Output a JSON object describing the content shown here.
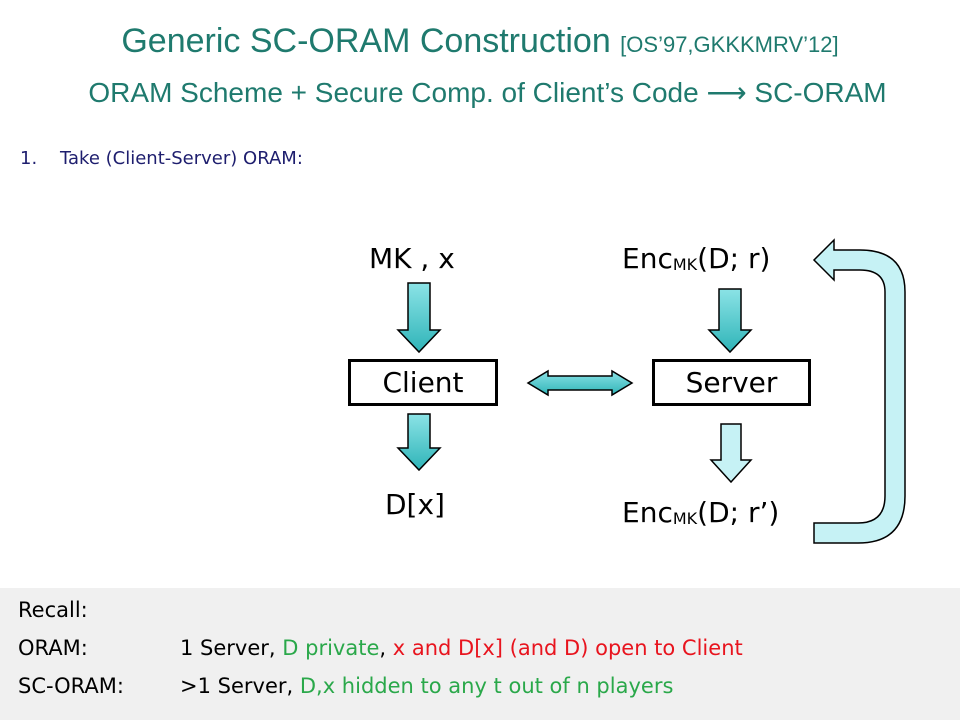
{
  "title": {
    "main": "Generic SC-ORAM  Construction ",
    "citation": "[OS’97,GKKKMRV’12]"
  },
  "subtitle": "ORAM Scheme + Secure Comp. of Client’s Code ⟶ SC-ORAM",
  "step": {
    "number": "1.",
    "text": "Take (Client-Server) ORAM:"
  },
  "diagram": {
    "client_input": "MK , x",
    "client_label": "Client",
    "client_output": "D[x]",
    "server_input": {
      "prefix": "Enc",
      "sub": "MK",
      "suffix": "(D; r)"
    },
    "server_label": "Server",
    "server_output": {
      "prefix": "Enc",
      "sub": "MK",
      "suffix": "(D; r’)"
    }
  },
  "recall": {
    "heading": "Recall:",
    "oram": {
      "label": "ORAM:",
      "part1": "1 Server, ",
      "part2": "D private",
      "part3": ", ",
      "part4": "x and D[x] (and D) open to Client"
    },
    "sc_oram": {
      "label": "SC-ORAM:",
      "part1": ">1 Server, ",
      "part2": "D,x hidden to any t out of n players"
    }
  },
  "colors": {
    "title": "#1f7a6e",
    "arrow_fill": "#41c4c8",
    "arrow_light": "#c6f2f5",
    "green": "#2aa84a",
    "red": "#e8141e",
    "recall_bg": "#f0f0f0"
  }
}
